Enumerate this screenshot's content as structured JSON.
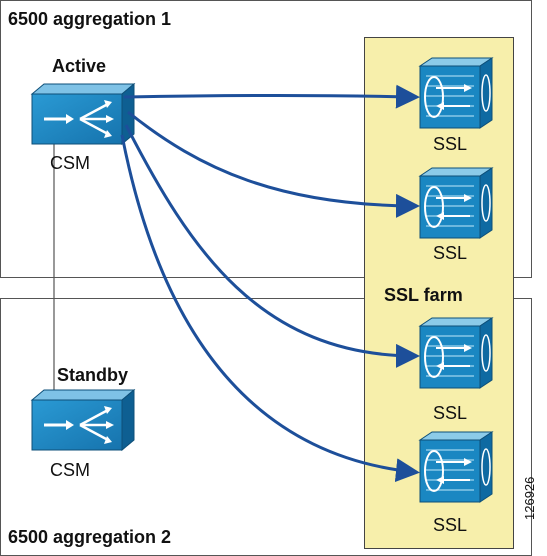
{
  "aggregation1_label": "6500 aggregation 1",
  "aggregation2_label": "6500 aggregation 2",
  "farm_label": "SSL farm",
  "active_csm": {
    "status": "Active",
    "name": "CSM"
  },
  "standby_csm": {
    "status": "Standby",
    "name": "CSM"
  },
  "ssl_modules": [
    {
      "label": "SSL"
    },
    {
      "label": "SSL"
    },
    {
      "label": "SSL"
    },
    {
      "label": "SSL"
    }
  ],
  "figure_id": "126926",
  "colors": {
    "device_blue": "#1a87c2",
    "arrow_blue": "#1d4f9a",
    "farm_fill": "#f7efab"
  }
}
